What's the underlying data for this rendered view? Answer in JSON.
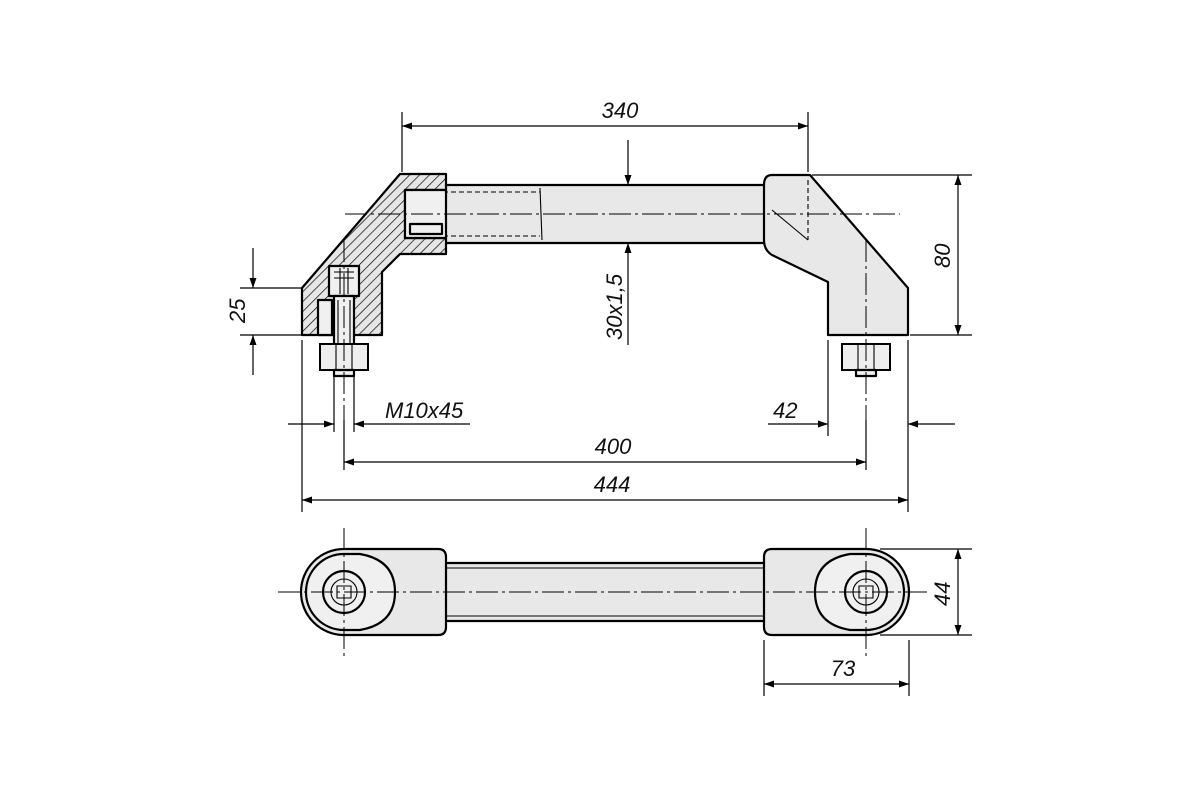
{
  "dimensions": {
    "center_distance_top": "340",
    "tube": "30x1,5",
    "height": "80",
    "foot": "25",
    "screw": "M10x45",
    "end_offset": "42",
    "hole_distance": "400",
    "overall_length": "444",
    "width": "44",
    "end_length": "73"
  }
}
